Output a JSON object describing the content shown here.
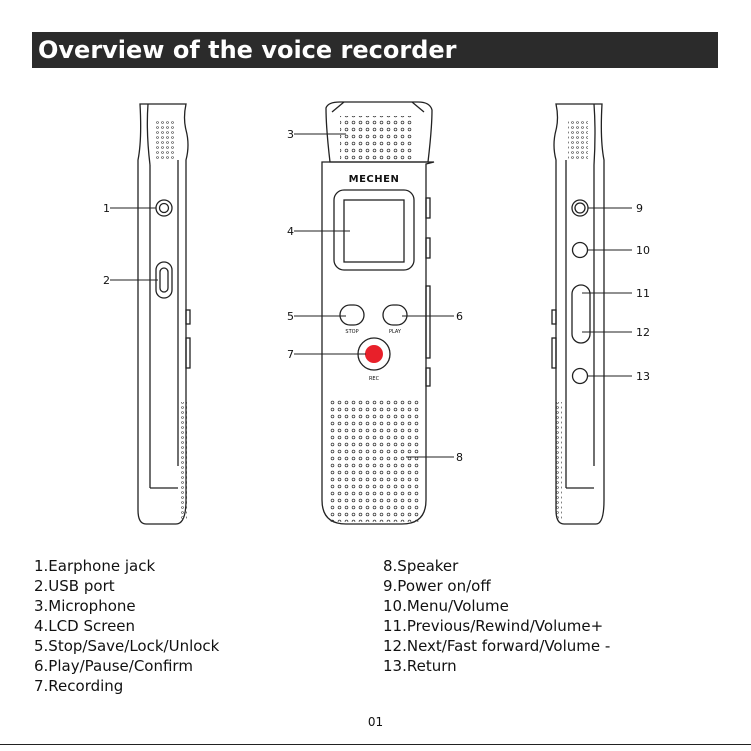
{
  "title": "Overview of the voice recorder",
  "brand": "MECHEN",
  "button_text": {
    "stop": "STOP",
    "play": "PLAY",
    "rec": "REC"
  },
  "callouts": [
    "1",
    "2",
    "3",
    "4",
    "5",
    "6",
    "7",
    "8",
    "9",
    "10",
    "11",
    "12",
    "13"
  ],
  "parts_left": [
    "1.Earphone jack",
    "2.USB port",
    "3.Microphone",
    "4.LCD Screen",
    "5.Stop/Save/Lock/Unlock",
    "6.Play/Pause/Confirm",
    "7.Recording"
  ],
  "parts_right": [
    "8.Speaker",
    "9.Power on/off",
    "10.Menu/Volume",
    "11.Previous/Rewind/Volume+",
    "12.Next/Fast forward/Volume -",
    "13.Return"
  ],
  "page_number": "01",
  "colors": {
    "title_bg": "#2b2b2b",
    "record_button": "#e8202a",
    "outline": "#222222"
  }
}
